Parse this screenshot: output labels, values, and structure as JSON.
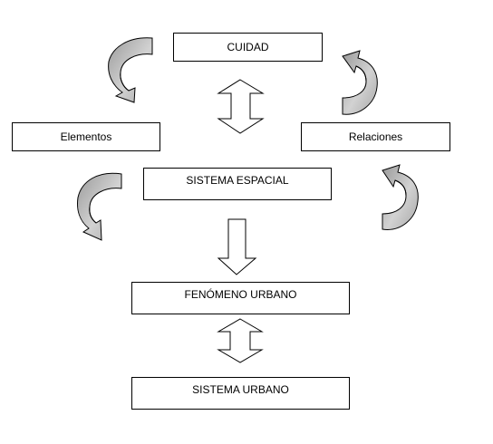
{
  "diagram": {
    "nodes": {
      "ciudad": "CUIDAD",
      "elementos": "Elementos",
      "relaciones": "Relaciones",
      "sistema_espacial": "SISTEMA ESPACIAL",
      "fenomeno_urbano": "FENÓMENO URBANO",
      "sistema_urbano": "SISTEMA URBANO"
    },
    "connectors": [
      {
        "from": "ciudad",
        "to": "sistema_espacial",
        "style": "double-arrow"
      },
      {
        "from": "sistema_espacial",
        "to": "fenomeno_urbano",
        "style": "arrow-down"
      },
      {
        "from": "fenomeno_urbano",
        "to": "sistema_urbano",
        "style": "double-arrow"
      }
    ],
    "curved_arrows": 4,
    "colors": {
      "line": "#000000",
      "box_fill": "#ffffff",
      "arrow_shade": "#c4c4c4"
    }
  }
}
